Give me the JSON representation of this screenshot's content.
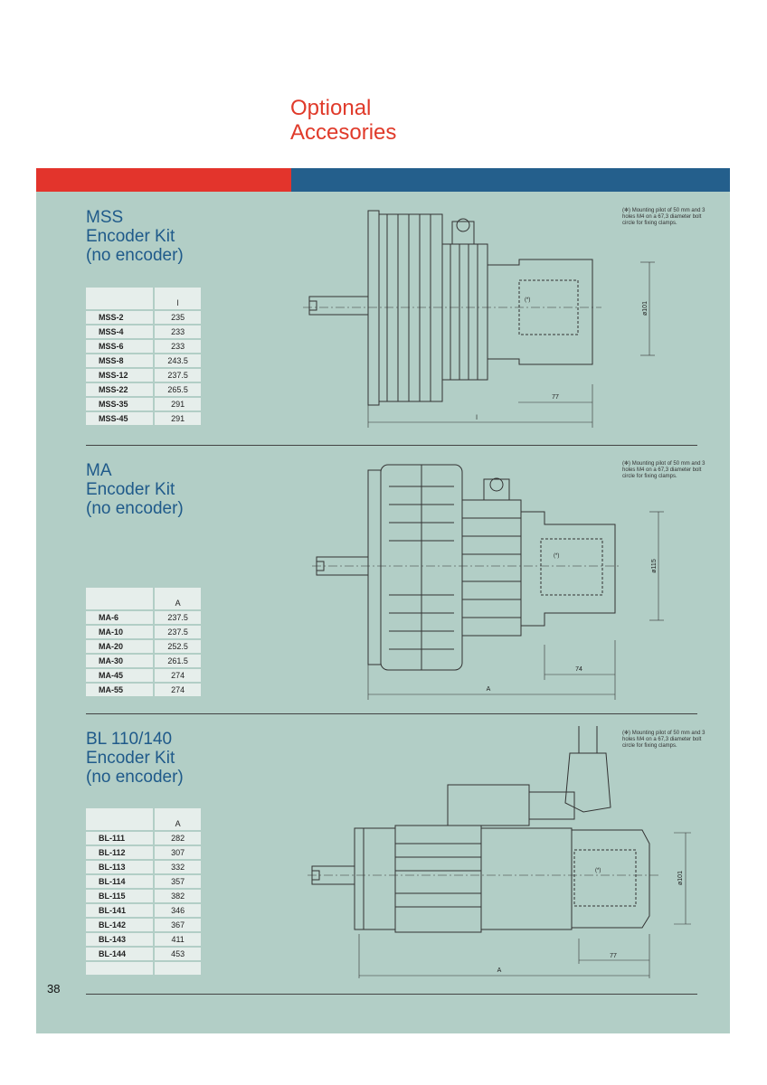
{
  "header": {
    "title_line1": "Optional",
    "title_line2": "Accesories"
  },
  "colors": {
    "red": "#e3342c",
    "blue": "#245f8c",
    "panel": "#b2cec6",
    "title": "#e03a2a",
    "heading": "#1f5a8a"
  },
  "sections": [
    {
      "title": [
        "MSS",
        "Encoder Kit",
        "(no encoder)"
      ],
      "note": "(✻) Mounting pilot of 50 mm and 3 holes M4 on a 67,3 diameter bolt circle for fixing clamps.",
      "column": "l",
      "rows": [
        [
          "MSS-2",
          "235"
        ],
        [
          "MSS-4",
          "233"
        ],
        [
          "MSS-6",
          "233"
        ],
        [
          "MSS-8",
          "243.5"
        ],
        [
          "MSS-12",
          "237.5"
        ],
        [
          "MSS-22",
          "265.5"
        ],
        [
          "MSS-35",
          "291"
        ],
        [
          "MSS-45",
          "291"
        ]
      ],
      "drawing": {
        "dia_label": "ø101",
        "len_label": "77",
        "total_label": "l",
        "star_label": "(*)"
      }
    },
    {
      "title": [
        "MA",
        "Encoder Kit",
        "(no encoder)"
      ],
      "note": "(✻) Mounting pilot of 50 mm and 3 holes M4 on a 67,3 diameter bolt circle for fixing clamps.",
      "column": "A",
      "rows": [
        [
          "MA-6",
          "237.5"
        ],
        [
          "MA-10",
          "237.5"
        ],
        [
          "MA-20",
          "252.5"
        ],
        [
          "MA-30",
          "261.5"
        ],
        [
          "MA-45",
          "274"
        ],
        [
          "MA-55",
          "274"
        ]
      ],
      "drawing": {
        "dia_label": "ø115",
        "len_label": "74",
        "total_label": "A",
        "star_label": "(*)"
      }
    },
    {
      "title": [
        "BL 110/140",
        "Encoder Kit",
        "(no encoder)"
      ],
      "note": "(✻) Mounting pilot of 50 mm and 3 holes M4 on a 67,3 diameter bolt circle for fixing clamps.",
      "column": "A",
      "rows": [
        [
          "BL-111",
          "282"
        ],
        [
          "BL-112",
          "307"
        ],
        [
          "BL-113",
          "332"
        ],
        [
          "BL-114",
          "357"
        ],
        [
          "BL-115",
          "382"
        ],
        [
          "BL-141",
          "346"
        ],
        [
          "BL-142",
          "367"
        ],
        [
          "BL-143",
          "411"
        ],
        [
          "BL-144",
          "453"
        ]
      ],
      "drawing": {
        "dia_label": "ø101",
        "len_label": "77",
        "total_label": "A",
        "star_label": "(*)"
      }
    }
  ],
  "footer": {
    "page_number": "38"
  }
}
